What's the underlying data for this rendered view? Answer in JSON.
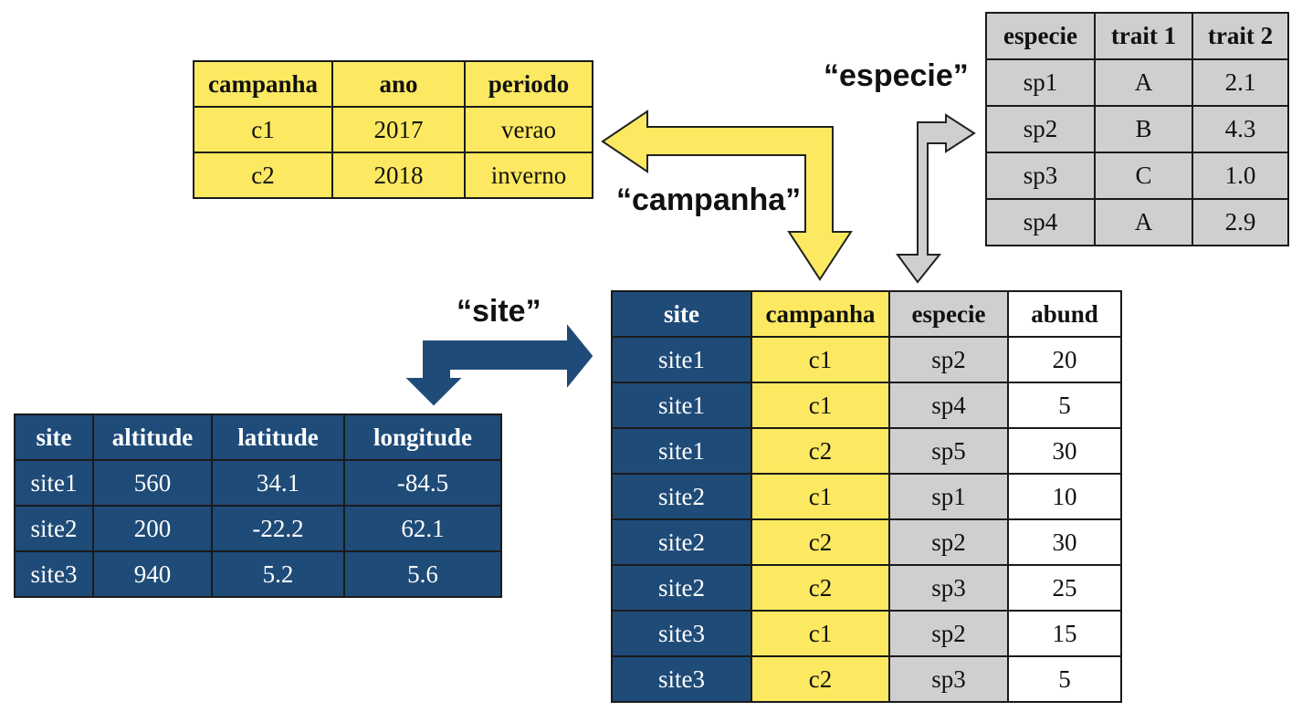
{
  "labels": {
    "especie": "“especie”",
    "campanha": "“campanha”",
    "site": "“site”"
  },
  "colors": {
    "campanha": "#fde961",
    "especie": "#cfcfcf",
    "site": "#1f4b78",
    "abund": "#ffffff"
  },
  "tables": {
    "campanha": {
      "headers": [
        "campanha",
        "ano",
        "periodo"
      ],
      "rows": [
        [
          "c1",
          "2017",
          "verao"
        ],
        [
          "c2",
          "2018",
          "inverno"
        ]
      ]
    },
    "especie": {
      "headers": [
        "especie",
        "trait 1",
        "trait 2"
      ],
      "rows": [
        [
          "sp1",
          "A",
          "2.1"
        ],
        [
          "sp2",
          "B",
          "4.3"
        ],
        [
          "sp3",
          "C",
          "1.0"
        ],
        [
          "sp4",
          "A",
          "2.9"
        ]
      ]
    },
    "site": {
      "headers": [
        "site",
        "altitude",
        "latitude",
        "longitude"
      ],
      "rows": [
        [
          "site1",
          "560",
          "34.1",
          "-84.5"
        ],
        [
          "site2",
          "200",
          "-22.2",
          "62.1"
        ],
        [
          "site3",
          "940",
          "5.2",
          "5.6"
        ]
      ]
    },
    "main": {
      "headers": [
        "site",
        "campanha",
        "especie",
        "abund"
      ],
      "rows": [
        [
          "site1",
          "c1",
          "sp2",
          "20"
        ],
        [
          "site1",
          "c1",
          "sp4",
          "5"
        ],
        [
          "site1",
          "c2",
          "sp5",
          "30"
        ],
        [
          "site2",
          "c1",
          "sp1",
          "10"
        ],
        [
          "site2",
          "c2",
          "sp2",
          "30"
        ],
        [
          "site2",
          "c2",
          "sp3",
          "25"
        ],
        [
          "site3",
          "c1",
          "sp2",
          "15"
        ],
        [
          "site3",
          "c2",
          "sp3",
          "5"
        ]
      ]
    }
  }
}
